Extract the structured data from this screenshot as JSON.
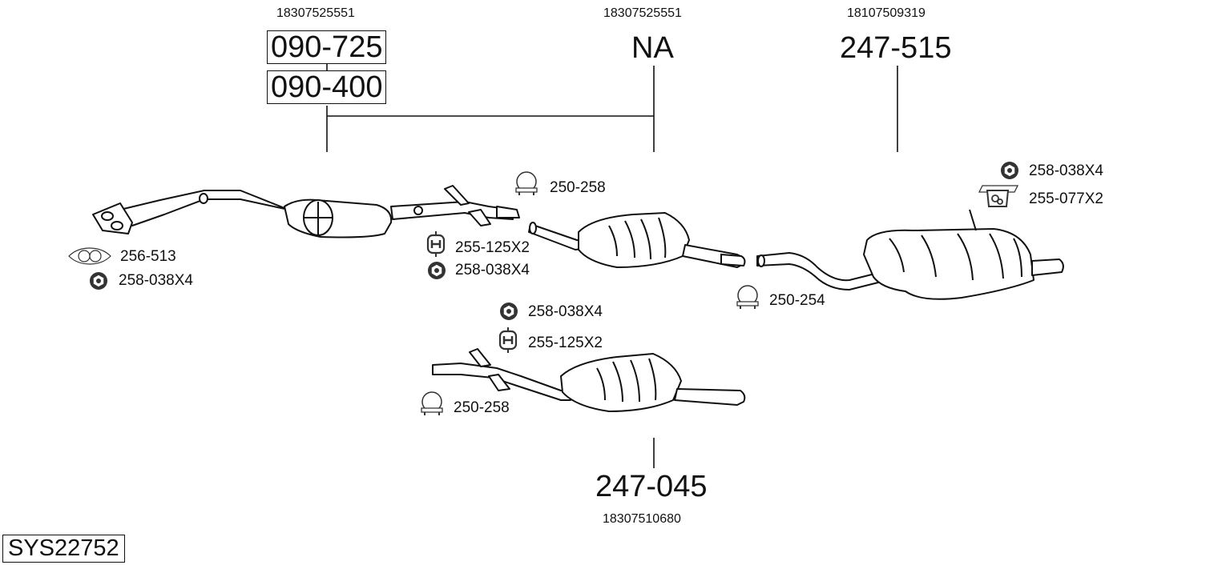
{
  "system_id": "SYS22752",
  "callouts": [
    {
      "oem": "18307525551",
      "parts": [
        "090-725",
        "090-400"
      ]
    },
    {
      "oem": "18307525551",
      "parts": [
        "NA"
      ]
    },
    {
      "oem": "18107509319",
      "parts": [
        "247-515"
      ]
    },
    {
      "oem": "18307510680",
      "parts": [
        "247-045"
      ]
    }
  ],
  "accessories": {
    "front": [
      {
        "part": "256-513",
        "icon": "gasket-icon"
      },
      {
        "part": "258-038X4",
        "icon": "nut-icon"
      }
    ],
    "mid_upper": [
      {
        "part": "250-258",
        "icon": "clamp-icon"
      },
      {
        "part": "255-125X2",
        "icon": "rubber-mount-icon"
      },
      {
        "part": "258-038X4",
        "icon": "nut-icon"
      }
    ],
    "rear": [
      {
        "part": "258-038X4",
        "icon": "nut-icon"
      },
      {
        "part": "255-077X2",
        "icon": "hanger-bracket-icon"
      },
      {
        "part": "250-254",
        "icon": "clamp-icon"
      }
    ],
    "mid_lower": [
      {
        "part": "258-038X4",
        "icon": "nut-icon"
      },
      {
        "part": "255-125X2",
        "icon": "rubber-mount-icon"
      },
      {
        "part": "250-258",
        "icon": "clamp-icon"
      }
    ]
  }
}
